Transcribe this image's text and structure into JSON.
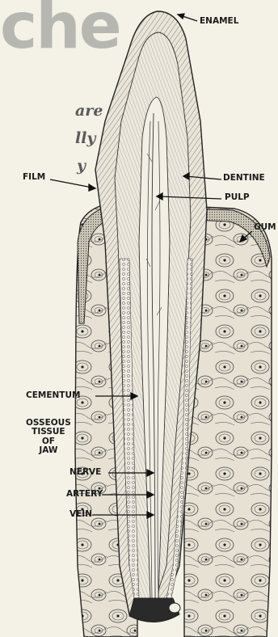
{
  "headline_fragment": "che",
  "paragraph_fragments": [
    "are",
    "lly",
    "y"
  ],
  "labels": {
    "enamel": "ENAMEL",
    "dentine": "DENTINE",
    "pulp": "PULP",
    "film": "FILM",
    "gum": "GUM",
    "cementum": "CEMENTUM",
    "osseous": "OSSEOUS\nTISSUE\nOF\nJAW",
    "nerve": "NERVE",
    "artery": "ARTERY",
    "vein": "VEIN"
  },
  "colors": {
    "paper": "#f4f1e6",
    "ink": "#1a1a1a",
    "headline_gray": "#b7b7b2",
    "text_gray": "#5a5a5a"
  }
}
